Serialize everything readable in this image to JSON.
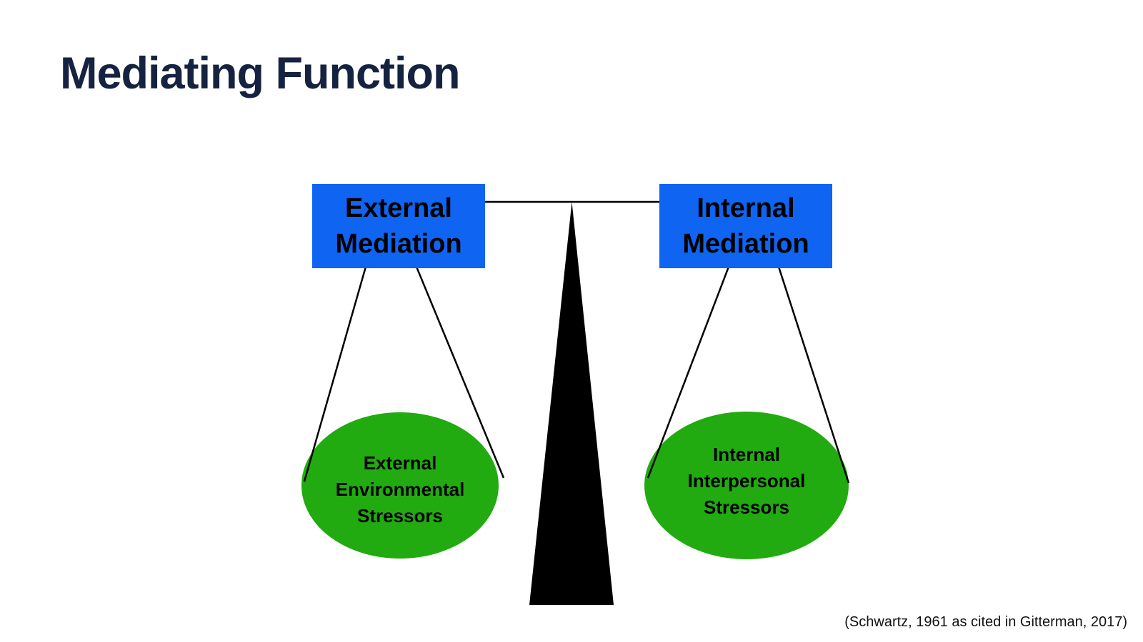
{
  "slide": {
    "title": "Mediating Function",
    "citation": "(Schwartz, 1961 as cited in Gitterman, 2017)"
  },
  "colors": {
    "title_navy": "#152340",
    "mediation_box_blue": "#0F64F2",
    "stressor_ellipse_green": "#22AB11",
    "beam_black": "#000000"
  },
  "diagram": {
    "left_box": {
      "lines": [
        "External",
        "Mediation"
      ]
    },
    "right_box": {
      "lines": [
        "Internal",
        "Mediation"
      ]
    },
    "left_ellipse": {
      "lines": [
        "External",
        "Environmental",
        "Stressors"
      ]
    },
    "right_ellipse": {
      "lines": [
        "Internal",
        "Interpersonal",
        "Stressors"
      ]
    }
  }
}
